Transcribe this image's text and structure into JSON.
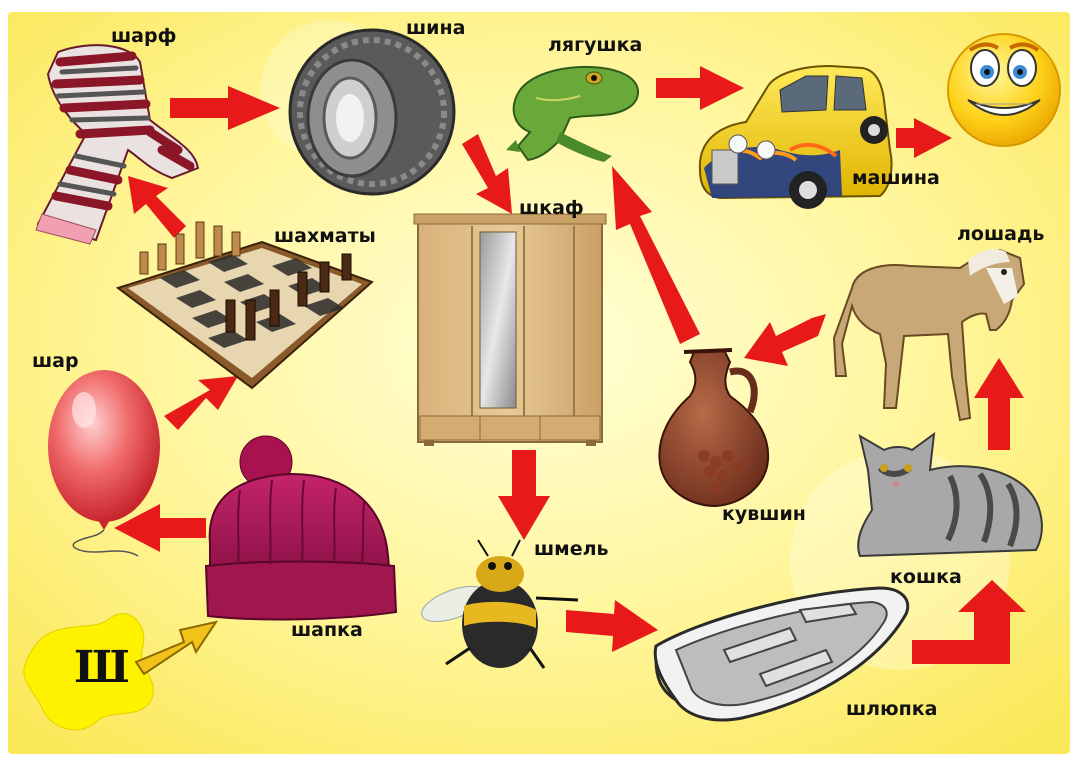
{
  "letter": "Ш",
  "words": {
    "scarf": "шарф",
    "tire": "шина",
    "frog": "лягушка",
    "car": "машина",
    "wardrobe": "шкаф",
    "chess": "шахматы",
    "horse": "лошадь",
    "balloon": "шар",
    "jug": "кувшин",
    "hat": "шапка",
    "bumblebee": "шмель",
    "cat": "кошка",
    "boat": "шлюпка"
  },
  "colors": {
    "background": "#fff27a",
    "arrow": "#e81919",
    "blob": "#fff200",
    "pointer_arrow": "#f2c21a"
  }
}
